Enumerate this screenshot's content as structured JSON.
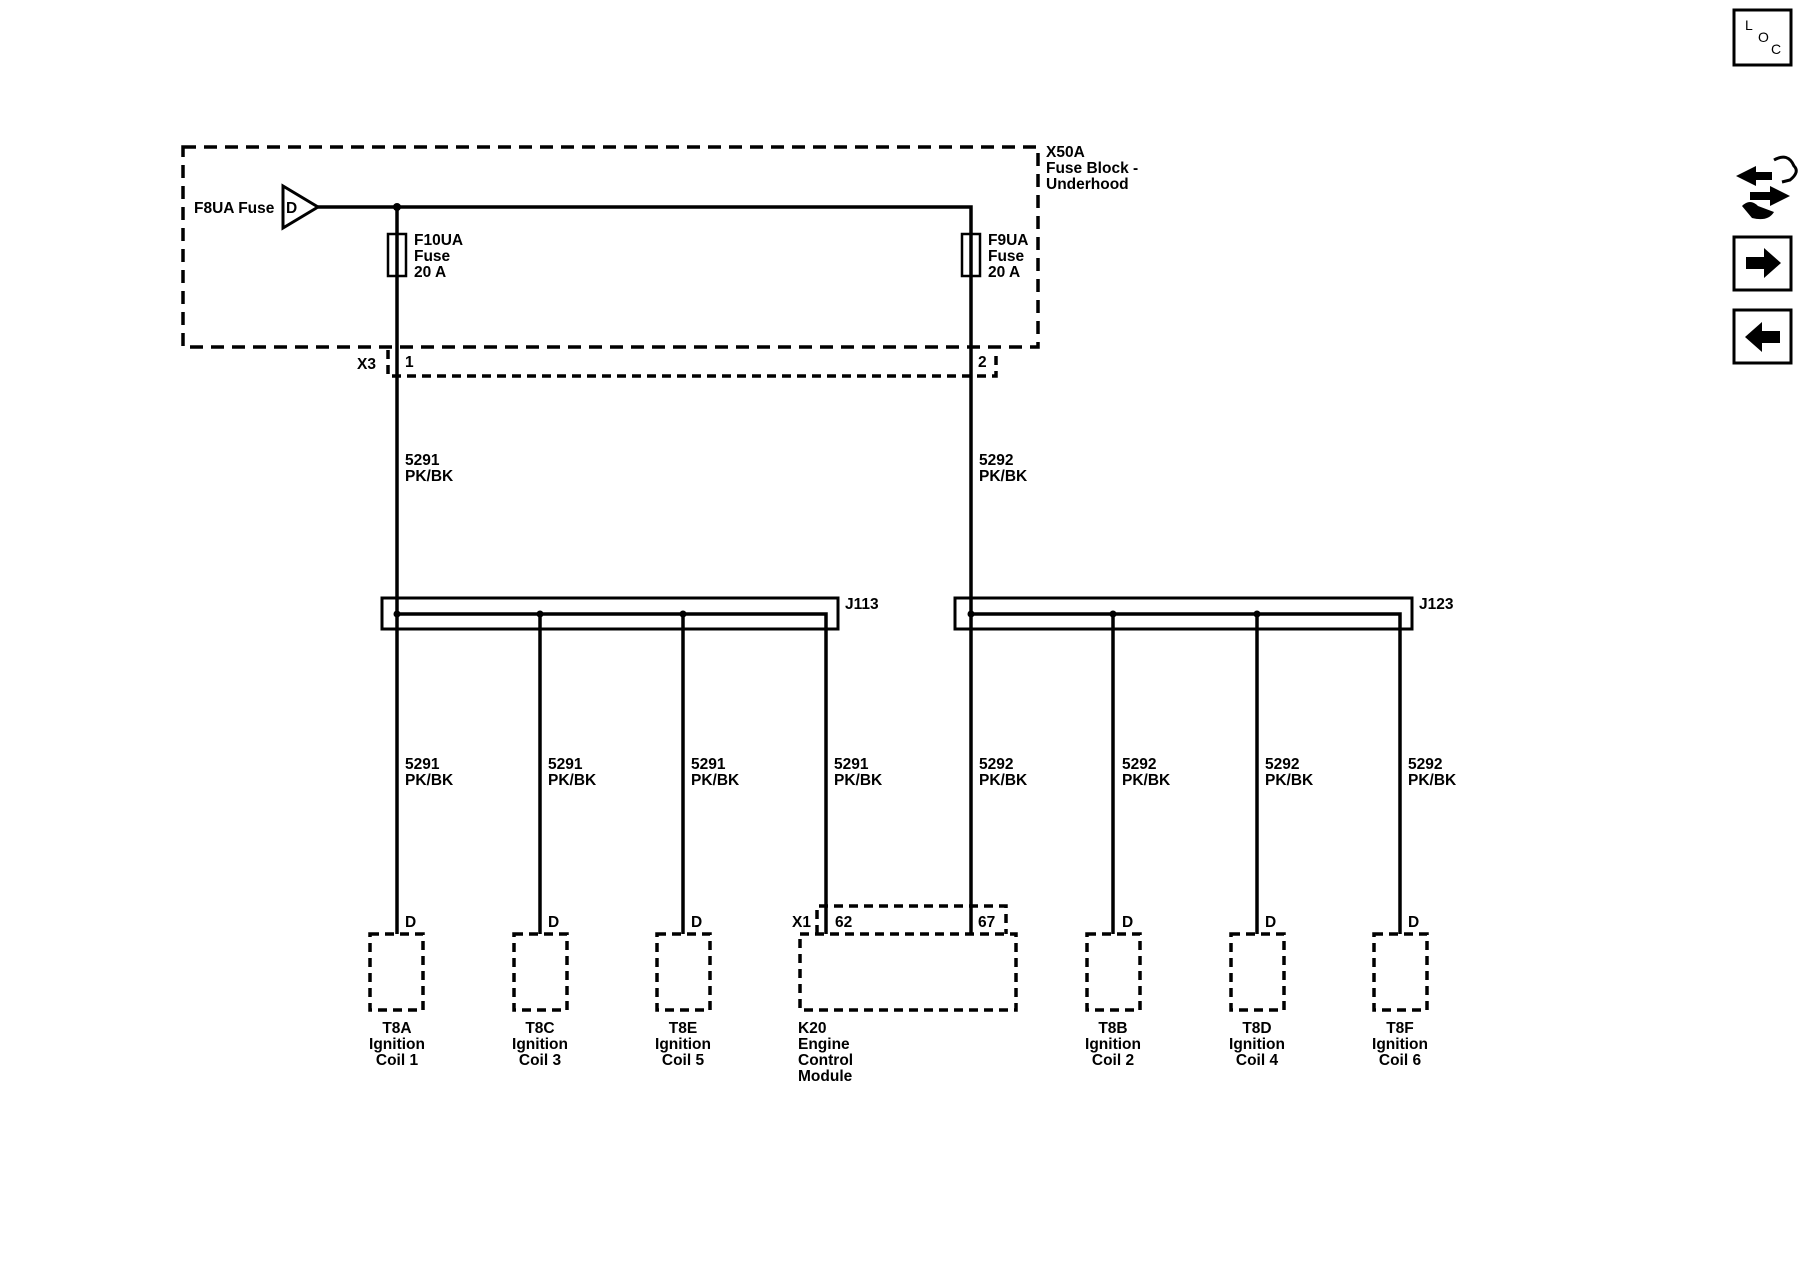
{
  "fuse_block": {
    "id": "X50A",
    "name_line1": "Fuse Block -",
    "name_line2": "Underhood"
  },
  "feed": {
    "label": "F8UA Fuse",
    "connector_letter": "D"
  },
  "fuses": [
    {
      "id": "F10UA",
      "type": "Fuse",
      "rating": "20 A"
    },
    {
      "id": "F9UA",
      "type": "Fuse",
      "rating": "20 A"
    }
  ],
  "connector_x3": {
    "id": "X3",
    "pins": [
      "1",
      "2"
    ]
  },
  "wires": {
    "left": {
      "circuit": "5291",
      "color": "PK/BK"
    },
    "right": {
      "circuit": "5292",
      "color": "PK/BK"
    }
  },
  "splices": [
    {
      "id": "J113"
    },
    {
      "id": "J123"
    }
  ],
  "branches": [
    {
      "circuit": "5291",
      "color": "PK/BK"
    },
    {
      "circuit": "5291",
      "color": "PK/BK"
    },
    {
      "circuit": "5291",
      "color": "PK/BK"
    },
    {
      "circuit": "5291",
      "color": "PK/BK"
    },
    {
      "circuit": "5292",
      "color": "PK/BK"
    },
    {
      "circuit": "5292",
      "color": "PK/BK"
    },
    {
      "circuit": "5292",
      "color": "PK/BK"
    },
    {
      "circuit": "5292",
      "color": "PK/BK"
    }
  ],
  "coils": [
    {
      "pin": "D",
      "id": "T8A",
      "line2": "Ignition",
      "line3": "Coil 1"
    },
    {
      "pin": "D",
      "id": "T8C",
      "line2": "Ignition",
      "line3": "Coil 3"
    },
    {
      "pin": "D",
      "id": "T8E",
      "line2": "Ignition",
      "line3": "Coil 5"
    },
    {
      "pin": "D",
      "id": "T8B",
      "line2": "Ignition",
      "line3": "Coil 2"
    },
    {
      "pin": "D",
      "id": "T8D",
      "line2": "Ignition",
      "line3": "Coil 4"
    },
    {
      "pin": "D",
      "id": "T8F",
      "line2": "Ignition",
      "line3": "Coil 6"
    }
  ],
  "ecm": {
    "connector": "X1",
    "pins": [
      "62",
      "67"
    ],
    "id": "K20",
    "line2": "Engine",
    "line3": "Control",
    "line4": "Module"
  },
  "nav": {
    "loc_letters": [
      "L",
      "O",
      "C"
    ],
    "icons": [
      "location-icon",
      "connector-view-icon",
      "next-page-icon",
      "previous-page-icon"
    ]
  }
}
